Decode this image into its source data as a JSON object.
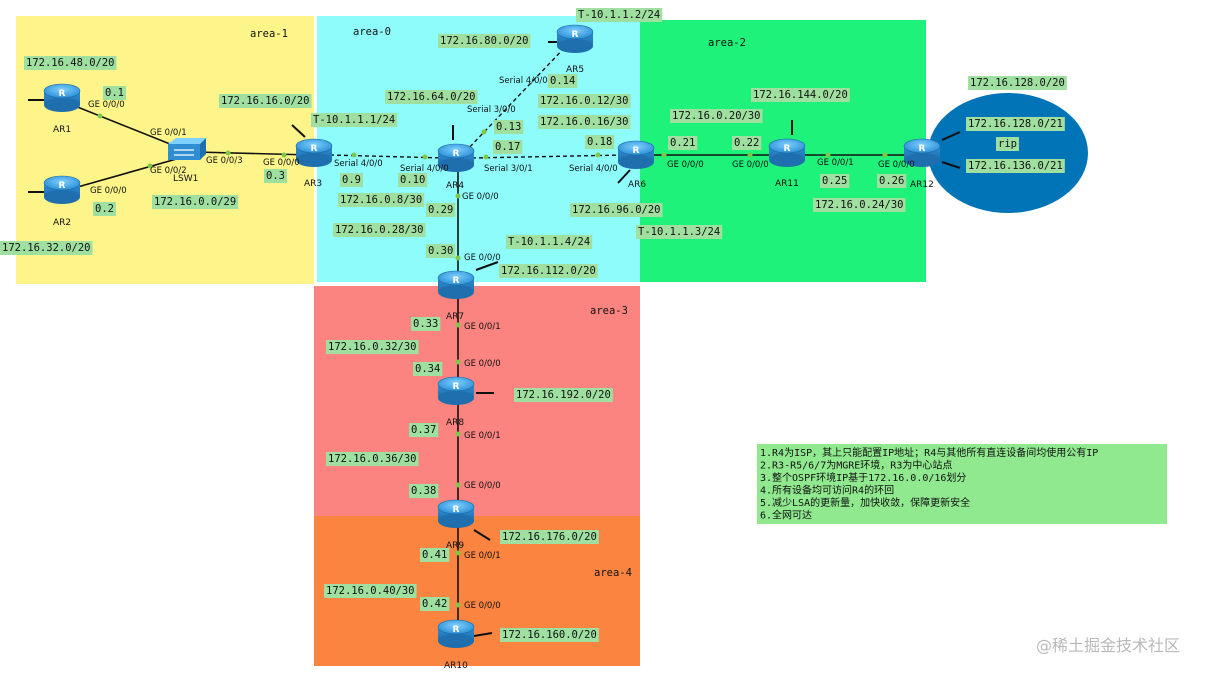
{
  "areas": {
    "area1": "area-1",
    "area0": "area-0",
    "area2": "area-2",
    "area3": "area-3",
    "area4": "area-4",
    "rip": "rip"
  },
  "devices": {
    "ar1": "AR1",
    "ar2": "AR2",
    "lsw1": "LSW1",
    "ar3": "AR3",
    "ar4": "AR4",
    "ar5": "AR5",
    "ar6": "AR6",
    "ar7": "AR7",
    "ar8": "AR8",
    "ar9": "AR9",
    "ar10": "AR10",
    "ar11": "AR11",
    "ar12": "AR12"
  },
  "subnets": {
    "s48": "172.16.48.0/20",
    "s32": "172.16.32.0/20",
    "s0_29": "172.16.0.0/29",
    "s16": "172.16.16.0/20",
    "s80": "172.16.80.0/20",
    "s64": "172.16.64.0/20",
    "s12": "172.16.0.12/30",
    "s16_30": "172.16.0.16/30",
    "s8": "172.16.0.8/30",
    "s28": "172.16.0.28/30",
    "s112": "172.16.112.0/20",
    "s144": "172.16.144.0/20",
    "s20": "172.16.0.20/30",
    "s96": "172.16.96.0/20",
    "s24": "172.16.0.24/30",
    "s128": "172.16.128.0/20",
    "s128_21": "172.16.128.0/21",
    "s136_21": "172.16.136.0/21",
    "s32_30": "172.16.0.32/30",
    "s192": "172.16.192.0/20",
    "s36": "172.16.0.36/30",
    "s176": "172.16.176.0/20",
    "s40": "172.16.0.40/30",
    "s160": "172.16.160.0/20"
  },
  "tunnels": {
    "t1": "T-10.1.1.1/24",
    "t2": "T-10.1.1.2/24",
    "t3": "T-10.1.1.3/24",
    "t4": "T-10.1.1.4/24"
  },
  "hosts": {
    "h1": "0.1",
    "h2": "0.2",
    "h3": "0.3",
    "h9": "0.9",
    "h10": "0.10",
    "h13": "0.13",
    "h14": "0.14",
    "h17": "0.17",
    "h18": "0.18",
    "h21": "0.21",
    "h22": "0.22",
    "h25": "0.25",
    "h26": "0.26",
    "h29": "0.29",
    "h30": "0.30",
    "h33": "0.33",
    "h34": "0.34",
    "h37": "0.37",
    "h38": "0.38",
    "h41": "0.41",
    "h42": "0.42"
  },
  "ports": {
    "ar1_ge": "GE 0/0/0",
    "ar2_ge": "GE 0/0/0",
    "lsw_ge1": "GE 0/0/1",
    "lsw_ge2": "GE 0/0/2",
    "lsw_ge3": "GE 0/0/3",
    "ar3_ge": "GE 0/0/0",
    "ar3_s": "Serial 4/0/0",
    "ar4_s400": "Serial 4/0/0",
    "ar4_s300": "Serial 3/0/0",
    "ar4_s301": "Serial 3/0/1",
    "ar4_ge": "GE 0/0/0",
    "ar5_s": "Serial 4/0/0",
    "ar6_s": "Serial 4/0/0",
    "ar6_ge": "GE 0/0/0",
    "ar11_ge0": "GE 0/0/0",
    "ar11_ge1": "GE 0/0/1",
    "ar12_ge": "GE 0/0/0",
    "ar7_ge0": "GE 0/0/0",
    "ar7_ge1": "GE 0/0/1",
    "ar8_ge0": "GE 0/0/0",
    "ar8_ge1": "GE 0/0/1",
    "ar9_ge0": "GE 0/0/0",
    "ar9_ge1": "GE 0/0/1",
    "ar10_ge": "GE 0/0/0"
  },
  "notes": [
    "1.R4为ISP，其上只能配置IP地址；R4与其他所有直连设备间均使用公有IP",
    "2.R3-R5/6/7为MGRE环境，R3为中心站点",
    "3.整个OSPF环境IP基于172.16.0.0/16划分",
    "4.所有设备均可访问R4的环回",
    "5.减少LSA的更新量，加快收敛，保障更新安全",
    "6.全网可达"
  ],
  "watermark": "@稀土掘金技术社区",
  "colors": {
    "area1": "#fdf58a",
    "area0": "#8ffcfc",
    "area2": "#1ef27a",
    "area3": "#fb8480",
    "area4": "#fa8440",
    "rip": "#0074b6",
    "label_bg": "#9fe0a0",
    "note_bg": "#90e98f",
    "router": "#2a9fe0"
  }
}
